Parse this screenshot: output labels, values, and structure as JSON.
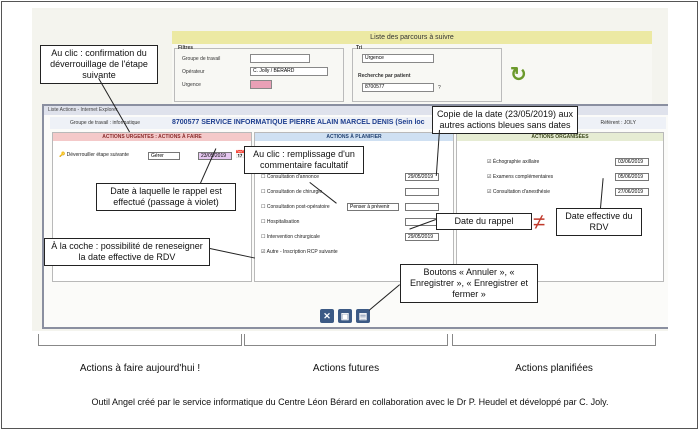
{
  "filters": {
    "header": "Liste des parcours à suivre",
    "filtres_label": "Filtres",
    "groupe_label": "Groupe de travail",
    "operateur_label": "Opérateur",
    "operateur_value": "C. Jolly / BÉRARD",
    "urgence_label": "Urgence",
    "tri_label": "Tri",
    "tri_value": "Urgence",
    "recherche_label": "Recherche par patient",
    "recherche_value": "8700577",
    "recherche_hint": "?"
  },
  "popup": {
    "window_title": "Liste Actions - Internet Explorer",
    "service_title": "8700577 SERVICE INFORMATIQUE PIERRE ALAIN MARCEL DENIS (Sein loc",
    "groupe_label": "Groupe de travail : informatique",
    "referent": "Référent : JOLY",
    "urgent_header": "ACTIONS URGENTES : ACTIONS À FAIRE",
    "urgent_action": "Déverrouiller étape suivante",
    "urgent_gerer": "Gérer",
    "urgent_date": "23/05/2019",
    "planifier_header": "ACTIONS À PLANIFIER",
    "planifier_rows": [
      "Consultation d'annonce",
      "Consultation de chirurgie",
      "Consultation post-opératoire",
      "Hospitalisation",
      "Intervention chirurgicale",
      "Autre - Inscription RCP suivante"
    ],
    "planifier_commentaire": "Penser à prévenir",
    "planifier_dates": [
      "29/05/2019",
      "",
      "",
      "",
      "29/05/2019",
      ""
    ],
    "organisees_header": "ACTIONS ORGANISÉES",
    "organisees_rows": [
      "Échographie axillaire",
      "Examens complémentaires",
      "Consultation d'anesthésie"
    ],
    "organisees_dates": [
      "03/06/2019",
      "05/06/2019",
      "27/06/2019"
    ]
  },
  "callouts": {
    "confirmation": "Au clic : confirmation du déverrouillage de l'étape suivante",
    "rappel_date": "Date à laquelle le rappel est effectué (passage à violet)",
    "commentaire": "Au clic : remplissage d'un commentaire facultatif",
    "coche": "À la coche : possibilité de reneseigner la date effective de RDV",
    "copie": "Copie de la date (23/05/2019) aux autres actions bleues sans dates",
    "date_rappel": "Date du rappel",
    "neq": "≠",
    "date_effective": "Date effective du RDV",
    "boutons": "Boutons « Annuler », « Enregistrer », « Enregistrer et fermer »"
  },
  "columns": {
    "left": "Actions à faire aujourd'hui !",
    "middle": "Actions futures",
    "right": "Actions planifiées"
  },
  "caption": "Outil Angel créé par le service informatique du Centre Léon Bérard en collaboration avec le Dr P. Heudel et développé par C. Joly.",
  "colors": {
    "urgent": "#f4c9c9",
    "planifier": "#cfe0f2",
    "organisees": "#e6ecd3",
    "violet": "#e6c8f0"
  }
}
